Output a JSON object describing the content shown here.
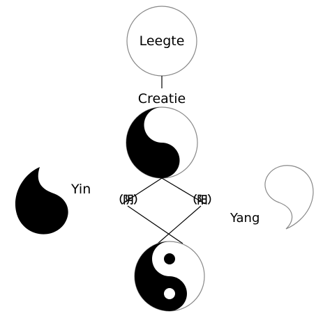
{
  "labels": {
    "void": "Leegte",
    "creation": "Creatie",
    "yin": "Yin",
    "yang": "Yang",
    "yin_char": "（阴）",
    "yang_char": "（阳）"
  },
  "colors": {
    "ink": "#000000",
    "paper": "#ffffff",
    "outline": "#888888"
  }
}
